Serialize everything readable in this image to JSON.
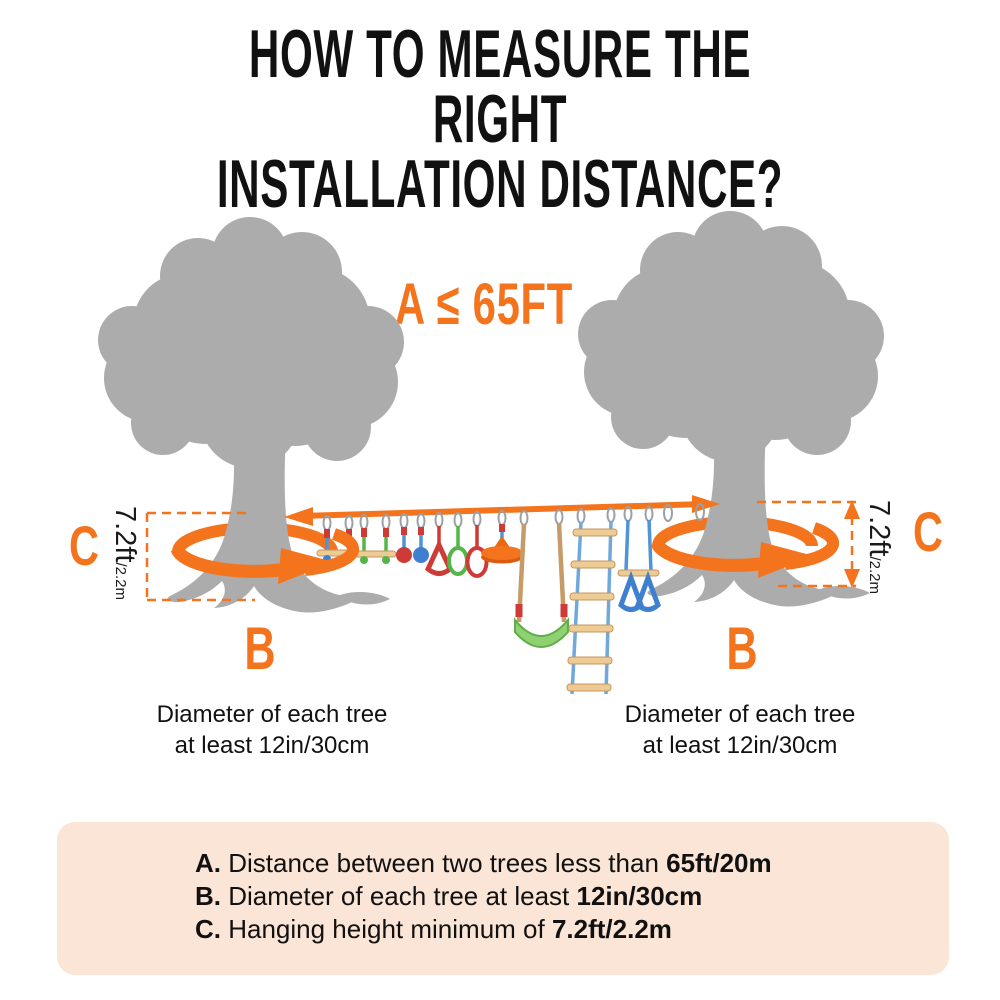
{
  "title": "HOW TO MEASURE THE RIGHT\nINSTALLATION DISTANCE?",
  "distance_label": "A ≤ 65FT",
  "annotations": {
    "c_label": "C",
    "b_label": "B",
    "height_primary": "7.2ft",
    "height_secondary": "/2.2m",
    "tree_caption": "Diameter of each tree\nat least 12in/30cm"
  },
  "legend": {
    "items": [
      {
        "letter": "A.",
        "text": " Distance between two trees less than ",
        "value": "65ft/20m"
      },
      {
        "letter": "B.",
        "text": " Diameter of each tree at least ",
        "value": "12in/30cm"
      },
      {
        "letter": "C.",
        "text": " Hanging height minimum of ",
        "value": "7.2ft/2.2m"
      }
    ]
  },
  "colors": {
    "accent_orange": "#F4731D",
    "tree_gray": "#ACACAC",
    "panel_peach": "#FBE5D6",
    "strap_blue": "#4E94D6",
    "strap_green": "#54B549",
    "strap_red": "#CE3A36",
    "wood": "#EDCB94",
    "ladder_blue": "#6FA8DC",
    "swing_seat_green": "#8FD070"
  }
}
